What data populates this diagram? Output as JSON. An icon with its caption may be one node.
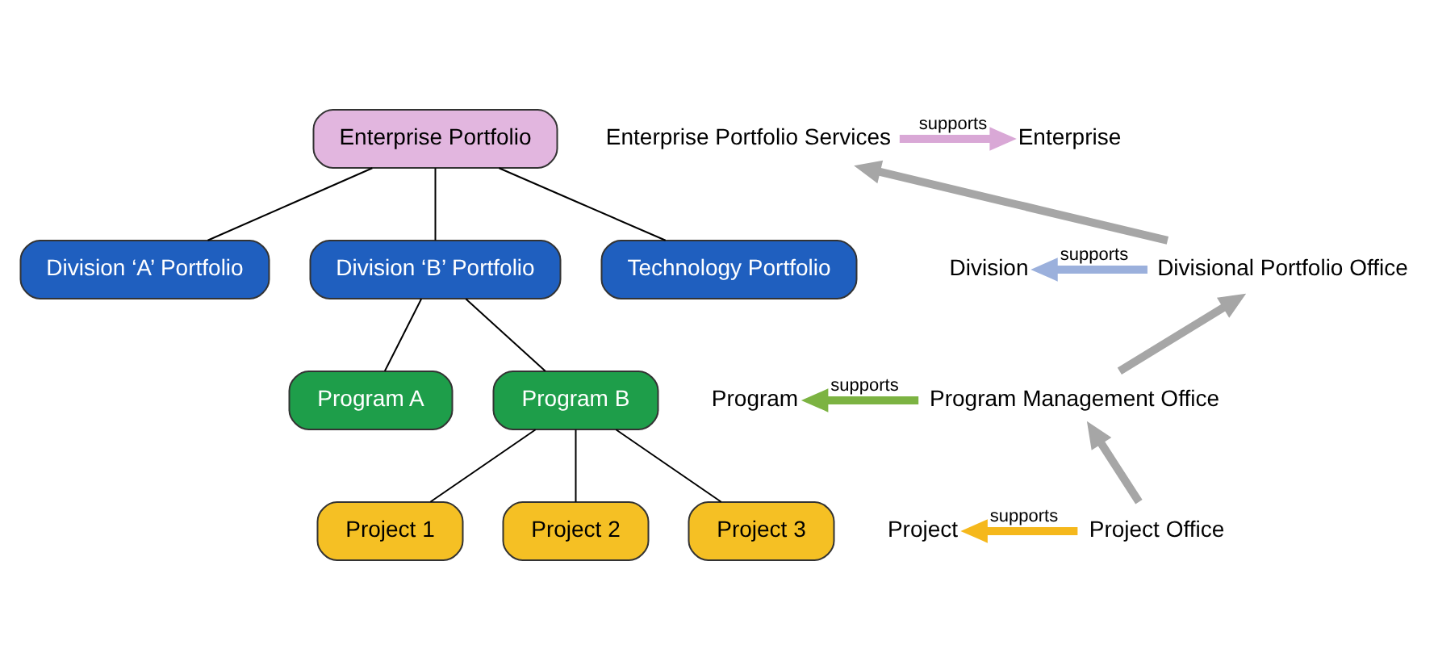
{
  "diagram": {
    "nodes": [
      {
        "text": [
          "Enterprise Portfolio"
        ]
      },
      {
        "text": [
          "Division ‘A’ Portfolio"
        ]
      },
      {
        "text": [
          "Division ‘B’ Portfolio"
        ]
      },
      {
        "text": [
          "Technology Portfolio"
        ]
      },
      {
        "text": [
          "Program A"
        ]
      },
      {
        "text": [
          "Program B"
        ]
      },
      {
        "text": [
          "Project 1"
        ]
      },
      {
        "text": [
          "Project 2"
        ]
      },
      {
        "text": [
          "Project 3"
        ]
      },
      {
        "text": [
          "Enterprise"
        ]
      },
      {
        "text": [
          "Enterprise Portfolio Services"
        ]
      },
      {
        "text": [
          "Division"
        ]
      },
      {
        "text": [
          "Divisional Portfolio Office"
        ]
      },
      {
        "text": [
          "Program"
        ]
      },
      {
        "text": [
          "Program Management Office"
        ]
      },
      {
        "text": [
          "Project"
        ]
      },
      {
        "text": [
          "Project Office"
        ]
      }
    ],
    "edges": [
      {
        "from": 0,
        "to": 1,
        "arrow": "none"
      },
      {
        "from": 0,
        "to": 2,
        "arrow": "none"
      },
      {
        "from": 0,
        "to": 3,
        "arrow": "none"
      },
      {
        "from": 2,
        "to": 4,
        "arrow": "none"
      },
      {
        "from": 2,
        "to": 5,
        "arrow": "none"
      },
      {
        "from": 5,
        "to": 6,
        "arrow": "none"
      },
      {
        "from": 5,
        "to": 7,
        "arrow": "none"
      },
      {
        "from": 5,
        "to": 8,
        "arrow": "none"
      },
      {
        "from": 10,
        "to": 9,
        "arrow": "to",
        "label": "supports",
        "style": "thick",
        "color": "#d9a8d6"
      },
      {
        "from": 12,
        "to": 11,
        "arrow": "to",
        "label": "supports",
        "style": "thick",
        "color": "#9bb0dc"
      },
      {
        "from": 14,
        "to": 13,
        "arrow": "to",
        "label": "supports",
        "style": "thick",
        "color": "#7cb342"
      },
      {
        "from": 16,
        "to": 15,
        "arrow": "to",
        "label": "supports",
        "style": "thick",
        "color": "#f5b81c"
      },
      {
        "from": 16,
        "to": 14,
        "arrow": "to",
        "style": "thick",
        "color": "#a6a6a6"
      },
      {
        "from": 14,
        "to": 12,
        "arrow": "to",
        "style": "thick",
        "color": "#a6a6a6"
      },
      {
        "from": 12,
        "to": 10,
        "arrow": "to",
        "style": "thick",
        "color": "#a6a6a6"
      }
    ]
  }
}
